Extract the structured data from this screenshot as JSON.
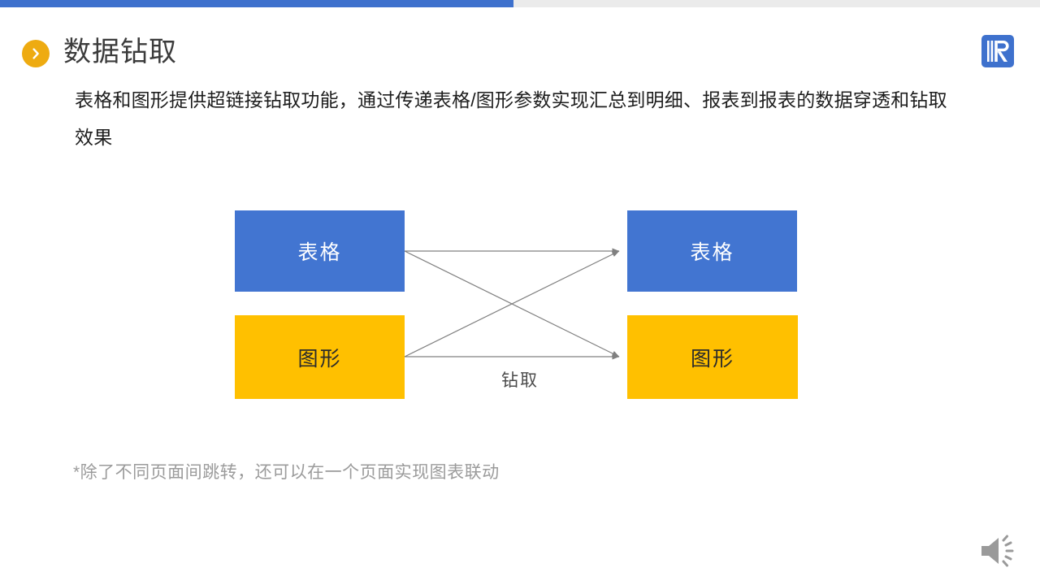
{
  "slide": {
    "progress": {
      "percent": 49,
      "fill_color": "#3e71cd",
      "track_color": "#ebebeb"
    },
    "title": "数据钻取",
    "bullet_icon": "chevron-right-icon",
    "bullet_color": "#eeab11",
    "logo_icon": "company-logo-r-icon",
    "logo_color": "#3e71cd",
    "lead_paragraph": "表格和图形提供超链接钻取功能，通过传递表格/图形参数实现汇总到明细、报表到报表的数据穿透和钻取效果",
    "footnote": "*除了不同页面间跳转，还可以在一个页面实现图表联动",
    "audio_icon": "speaker-volume-icon"
  },
  "diagram": {
    "type": "flow",
    "edge_label": "钻取",
    "colors": {
      "table_fill": "#4275d1",
      "table_text": "#ffffff",
      "chart_fill": "#ffc000",
      "chart_text": "#2b2b2b",
      "arrow": "#808080"
    },
    "nodes": [
      {
        "id": "table-left",
        "label": "表格",
        "side": "left",
        "kind": "table"
      },
      {
        "id": "chart-left",
        "label": "图形",
        "side": "left",
        "kind": "chart"
      },
      {
        "id": "table-right",
        "label": "表格",
        "side": "right",
        "kind": "table"
      },
      {
        "id": "chart-right",
        "label": "图形",
        "side": "right",
        "kind": "chart"
      }
    ],
    "edges": [
      {
        "from": "table-left",
        "to": "table-right"
      },
      {
        "from": "table-left",
        "to": "chart-right"
      },
      {
        "from": "chart-left",
        "to": "table-right"
      },
      {
        "from": "chart-left",
        "to": "chart-right"
      }
    ]
  }
}
